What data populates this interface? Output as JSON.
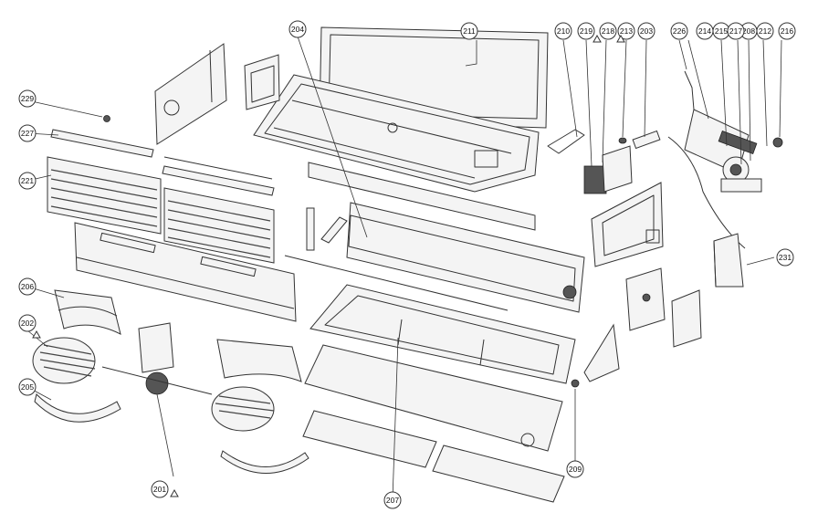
{
  "callouts": [
    {
      "id": "c201",
      "label": "201",
      "warning": true
    },
    {
      "id": "c202",
      "label": "202",
      "warning": true
    },
    {
      "id": "c203",
      "label": "203",
      "warning": false
    },
    {
      "id": "c204",
      "label": "204",
      "warning": false
    },
    {
      "id": "c205",
      "label": "205",
      "warning": false
    },
    {
      "id": "c206",
      "label": "206",
      "warning": false
    },
    {
      "id": "c207",
      "label": "207",
      "warning": false
    },
    {
      "id": "c208",
      "label": "208",
      "warning": false
    },
    {
      "id": "c209",
      "label": "209",
      "warning": false
    },
    {
      "id": "c210",
      "label": "210",
      "warning": false
    },
    {
      "id": "c211",
      "label": "211",
      "warning": false
    },
    {
      "id": "c212",
      "label": "212",
      "warning": false
    },
    {
      "id": "c213",
      "label": "213",
      "warning": false
    },
    {
      "id": "c214",
      "label": "214",
      "warning": false
    },
    {
      "id": "c215",
      "label": "215",
      "warning": false
    },
    {
      "id": "c216",
      "label": "216",
      "warning": false
    },
    {
      "id": "c217",
      "label": "217",
      "warning": false
    },
    {
      "id": "c218",
      "label": "218",
      "warning": true
    },
    {
      "id": "c219",
      "label": "219",
      "warning": true
    },
    {
      "id": "c221",
      "label": "221",
      "warning": false
    },
    {
      "id": "c226",
      "label": "226",
      "warning": false
    },
    {
      "id": "c227",
      "label": "227",
      "warning": false
    },
    {
      "id": "c229",
      "label": "229",
      "warning": false
    },
    {
      "id": "c231",
      "label": "231",
      "warning": false
    }
  ]
}
